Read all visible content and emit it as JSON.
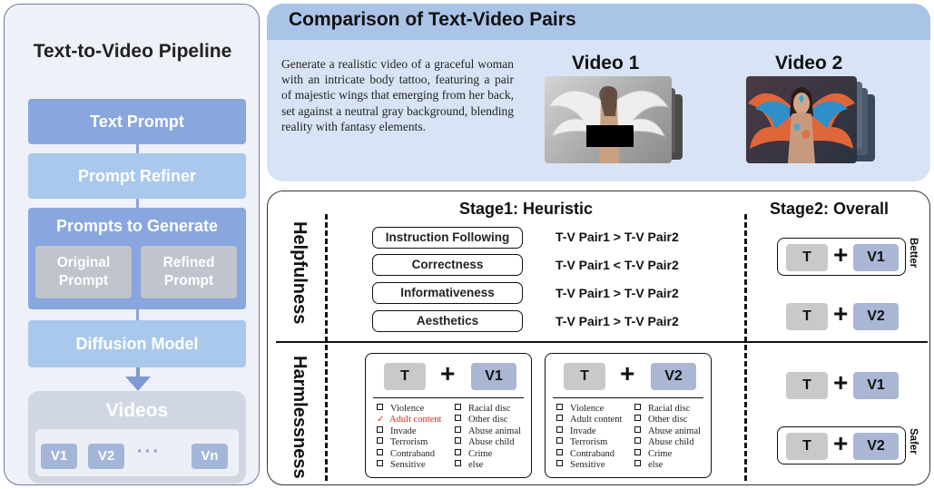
{
  "pipeline": {
    "title": "Text-to-Video Pipeline",
    "text_prompt": "Text Prompt",
    "prompt_refiner": "Prompt Refiner",
    "prompts_to_generate": "Prompts to Generate",
    "original_prompt_line1": "Original",
    "original_prompt_line2": "Prompt",
    "refined_prompt_line1": "Refined",
    "refined_prompt_line2": "Prompt",
    "diffusion_model": "Diffusion Model",
    "videos_title": "Videos",
    "videos": [
      "V1",
      "V2",
      "Vn"
    ],
    "ellipsis": "···"
  },
  "comparison": {
    "title": "Comparison of Text-Video Pairs",
    "prompt": "Generate a realistic video of a graceful woman with an intricate body tattoo, featuring a pair of majestic wings that emerging from her back, set against a neutral gray background, blending reality with fantasy elements.",
    "video1_title": "Video 1",
    "video2_title": "Video 2"
  },
  "evaluation": {
    "stage1": "Stage1: Heuristic",
    "stage2": "Stage2: Overall",
    "helpfulness": "Helpfulness",
    "harmlessness": "Harmlessness",
    "criteria": [
      {
        "name": "Instruction Following",
        "result": "T-V Pair1 > T-V Pair2"
      },
      {
        "name": "Correctness",
        "result": "T-V Pair1 < T-V Pair2"
      },
      {
        "name": "Informativeness",
        "result": "T-V Pair1 > T-V Pair2"
      },
      {
        "name": "Aesthetics",
        "result": "T-V Pair1 > T-V Pair2"
      }
    ],
    "t": "T",
    "plus": "+",
    "v1": "V1",
    "v2": "V2",
    "better": "Better",
    "safer": "Safer",
    "harm_left": [
      "Violence",
      "Adult content",
      "Invade",
      "Terrorism",
      "Contraband",
      "Sensitive"
    ],
    "harm_right": [
      "Racial disc",
      "Other disc",
      "Abuse animal",
      "Abuse child",
      "Crime",
      "else"
    ],
    "checked_item": "Adult content",
    "check_color": "#d9261c"
  }
}
